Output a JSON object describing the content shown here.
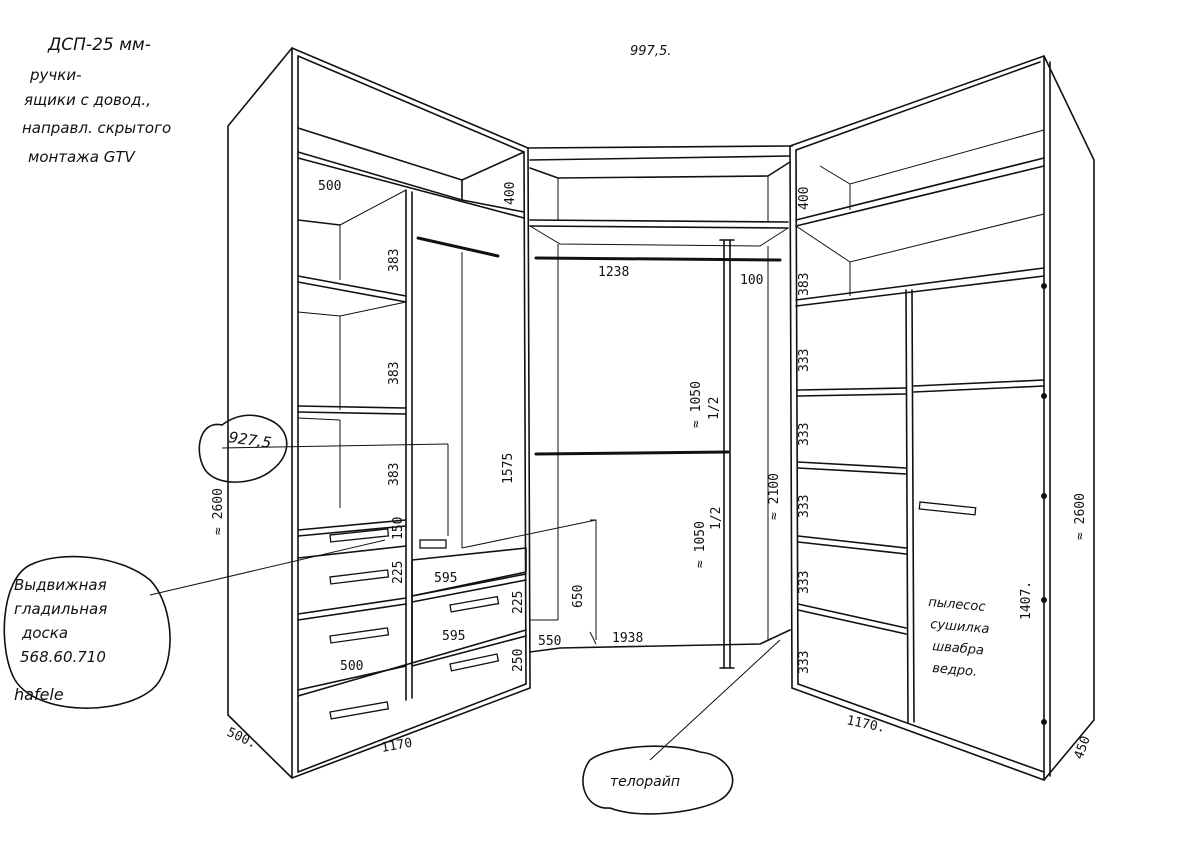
{
  "notes": {
    "line1": "ДСП-25 мм-",
    "line2": "ручки-",
    "line3": "ящики с довод.,",
    "line4": "направл. скрытого",
    "line5": "монтажа GTV",
    "top_dim": "997,5.",
    "callout_drawer": [
      "Выдвижная",
      "гладильная",
      "доска",
      "568.60.710"
    ],
    "hafele": "hafele",
    "callout_bottom": "телорайп",
    "right_note": [
      "пылесос",
      "сушилка",
      "швабра",
      "ведро."
    ],
    "dim_9275": "927,5"
  },
  "dims": {
    "d500_top": "500",
    "d400_left": "400",
    "d383a": "383",
    "d383b": "383",
    "d383c": "383",
    "d1575": "1575",
    "d150": "150",
    "d225": "225",
    "d595a": "595",
    "d595b": "595",
    "d500_drawer": "500",
    "d250": "250",
    "d225b": "225",
    "d1170_left": "1170",
    "d500_side": "500.",
    "d2600_left": "≈ 2600",
    "d1238": "1238",
    "d100": "100",
    "d1050a": "≈ 1050",
    "half_a": "1/2",
    "d1050b": "≈ 1050",
    "half_b": "1/2",
    "d650": "650",
    "d550": "550",
    "d1938": "1938",
    "d2100": "≈ 2100",
    "d400_right": "400",
    "d383_right": "383",
    "d333a": "333",
    "d333b": "333",
    "d333c": "333",
    "d333d": "333",
    "d333e": "333",
    "d2600_right": "≈ 2600",
    "d1407": "1407.",
    "d1170_right": "1170.",
    "d450": "450"
  }
}
